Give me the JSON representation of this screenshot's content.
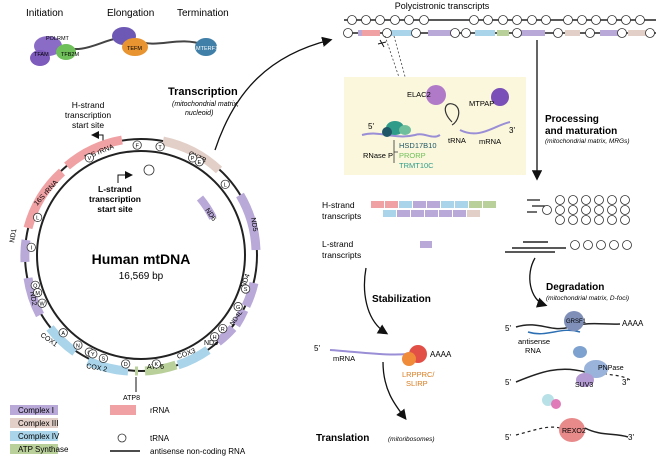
{
  "stages": {
    "initiation": "Initiation",
    "elongation": "Elongation",
    "termination": "Termination"
  },
  "proteins": {
    "polrmt": "POLRMT",
    "tfam": "TFAM",
    "tfb2m": "TFB2M",
    "tefm": "TEFM",
    "mterf1": "MTERF1",
    "elac2": "ELAC2",
    "mtpap": "MTPAP",
    "rnase_p": "RNase P",
    "hsd17b10": "HSD17B10",
    "prorp": "PRORP",
    "trmt10c": "TRMT10C",
    "lrpprc": "LRPPRC/",
    "slirp": "SLIRP",
    "grsf1": "GRSF1",
    "pnpase": "PNPase",
    "suv3": "SUV3",
    "rexo2": "REXO2"
  },
  "transcription": {
    "title": "Transcription",
    "subtitle_1": "(mitochondrial matrix,",
    "subtitle_2": "nucleoid)"
  },
  "h_start": {
    "l1": "H-strand",
    "l2": "transcription",
    "l3": "start site"
  },
  "l_start": {
    "l1": "L-strand",
    "l2": "transcription",
    "l3": "start site"
  },
  "genome": {
    "title": "Human mtDNA",
    "size": "16,569 bp"
  },
  "genes": {
    "rrna12": "12S rRNA",
    "rrna16": "16S rRNA",
    "cytb": "CYTB",
    "nd6": "ND6",
    "nd5": "ND5",
    "nd4": "ND4",
    "nd4l": "ND4L",
    "nd3": "ND3",
    "cox3": "COX3",
    "atp6": "ATP6",
    "cox2": "COX 2",
    "cox1": "COX1",
    "nd2": "ND2",
    "nd1": "ND1",
    "atp8": "ATP8"
  },
  "trna_letters": [
    "F",
    "V",
    "L",
    "I",
    "Q",
    "M",
    "W",
    "A",
    "N",
    "C",
    "Y",
    "S",
    "D",
    "K",
    "G",
    "R",
    "H",
    "S",
    "L",
    "E",
    "T",
    "P"
  ],
  "polycistronic": {
    "title": "Polycistronic transcripts"
  },
  "processing": {
    "title_1": "Processing",
    "title_2": "and maturation",
    "subtitle": "(mitochondrial matrix, MRGs)"
  },
  "rna_labels": {
    "five_prime": "5'",
    "three_prime": "3'",
    "trna": "tRNA",
    "mrna": "mRNA",
    "aaaa": "AAAA"
  },
  "transcripts": {
    "h_1": "H-strand",
    "h_2": "transcripts",
    "l_1": "L-strand",
    "l_2": "transcripts"
  },
  "stabilization": {
    "title": "Stabilization"
  },
  "degradation": {
    "title": "Degradation",
    "subtitle": "(mitochondrial matrix, D-foci)",
    "antisense_1": "antisense",
    "antisense_2": "RNA"
  },
  "translation": {
    "title": "Translation",
    "subtitle": "(mitoribosomes)"
  },
  "legend": {
    "complex1": "Complex I",
    "complex3": "Complex III",
    "complex4": "Complex IV",
    "atp_synthase": "ATP Synthase",
    "rrna": "rRNA",
    "trna": "tRNA",
    "antisense": "antisense non-coding RNA"
  },
  "colors": {
    "complex1": "#b9a9d9",
    "complex3": "#e2cfc7",
    "complex4": "#a9d4ea",
    "atp_synthase": "#b9d09b",
    "rrna": "#f0a1a4",
    "panel": "#fbf7dc"
  }
}
